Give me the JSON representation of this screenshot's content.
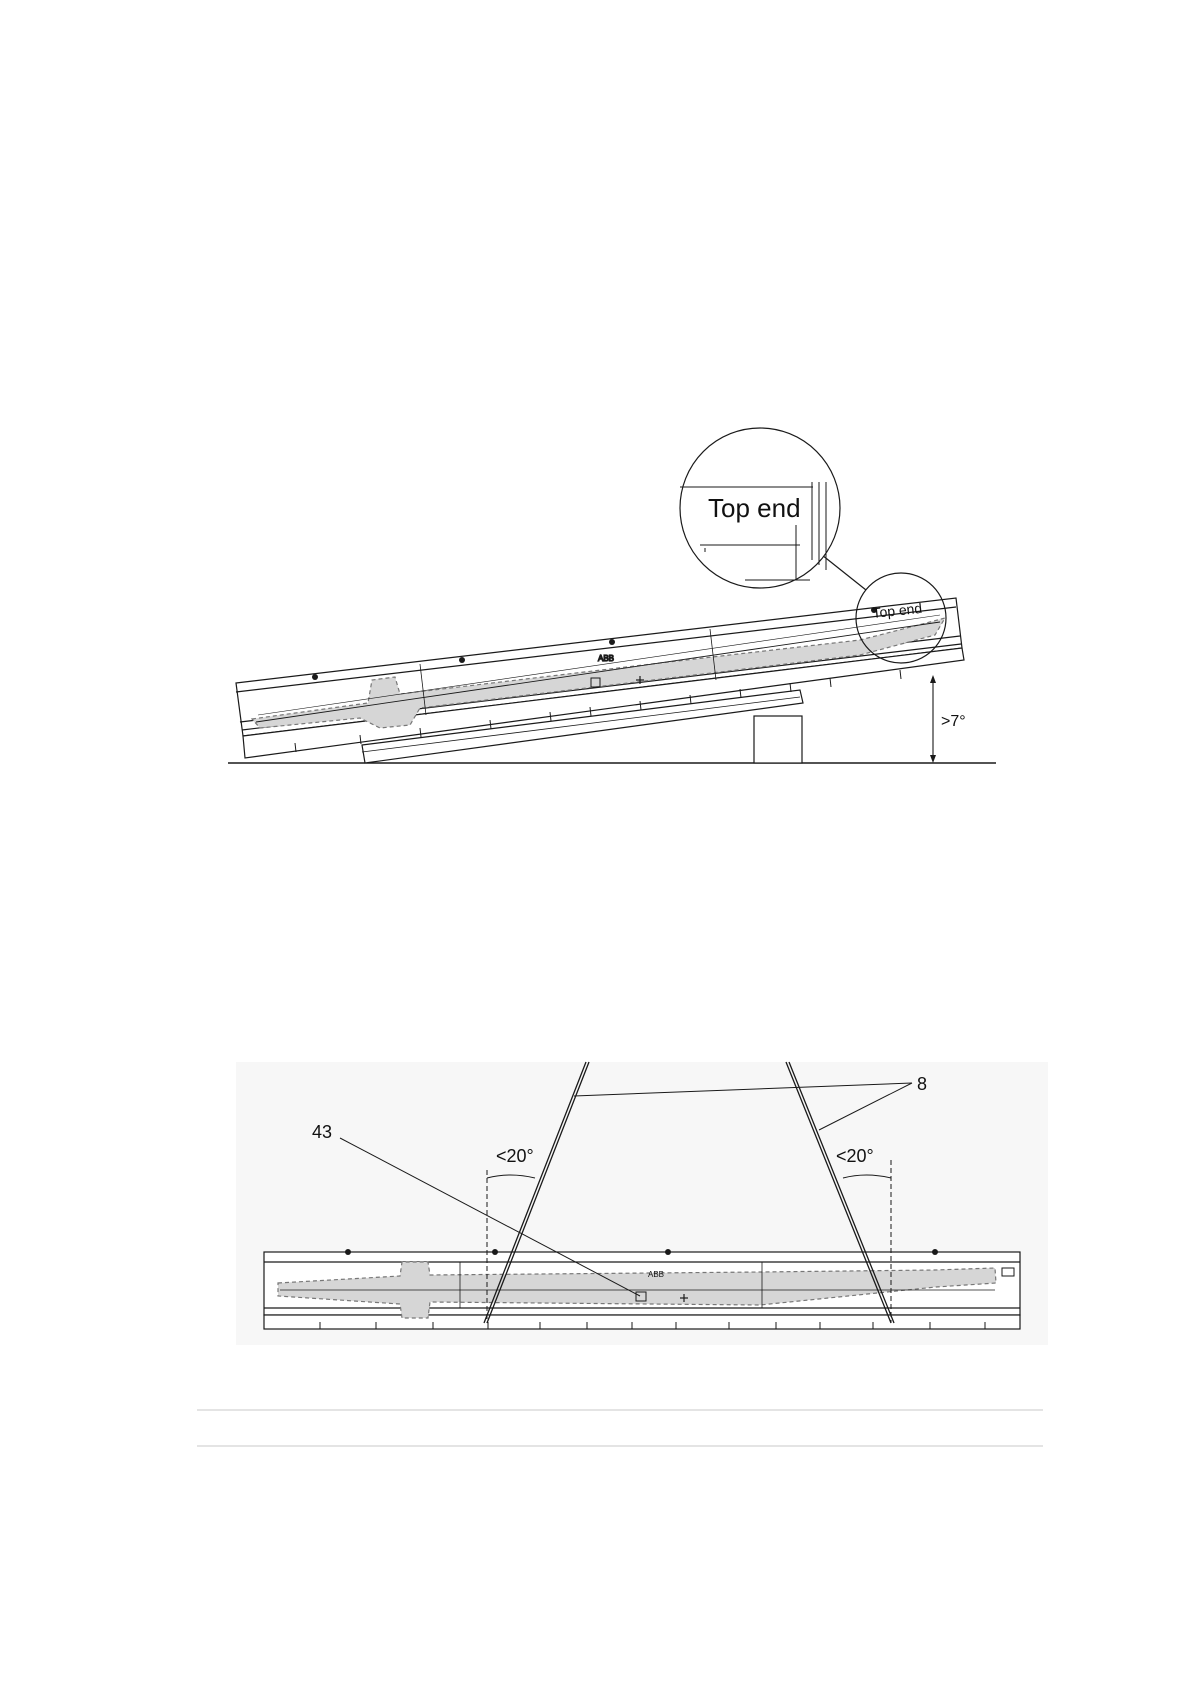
{
  "figure1": {
    "magnifier_label": "Top end",
    "crate_label": "Top end",
    "angle_label": ">7°",
    "brand": "ABB"
  },
  "figure2": {
    "callout_43": "43",
    "callout_8": "8",
    "left_angle": "<20°",
    "right_angle": "<20°",
    "brand": "ABB"
  },
  "colors": {
    "line": "#1a1a1a",
    "fill_gray": "#d6d6d6",
    "bg_panel": "#f7f7f7",
    "rule": "#c8c8c8"
  }
}
